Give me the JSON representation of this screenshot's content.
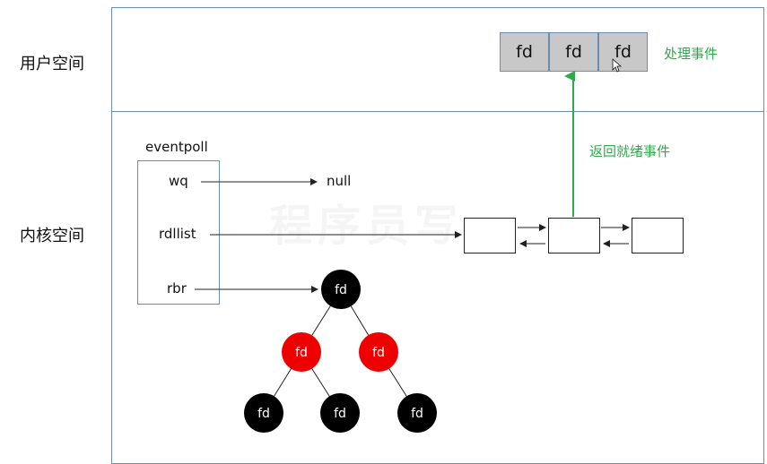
{
  "labels": {
    "user_space": "用户空间",
    "kernel_space": "内核空间",
    "handle_events": "处理事件",
    "return_ready": "返回就绪事件",
    "watermark": "程序员写"
  },
  "user_fd_array": [
    "fd",
    "fd",
    "fd"
  ],
  "eventpoll": {
    "title": "eventpoll",
    "fields": [
      "wq",
      "rdllist",
      "rbr"
    ],
    "wq_target": "null"
  },
  "rdllist_nodes": 3,
  "rb_tree": {
    "root": {
      "label": "fd",
      "color": "black"
    },
    "level1": [
      {
        "label": "fd",
        "color": "red"
      },
      {
        "label": "fd",
        "color": "red"
      }
    ],
    "level2": [
      {
        "label": "fd",
        "color": "black"
      },
      {
        "label": "fd",
        "color": "black"
      },
      {
        "label": "fd",
        "color": "black"
      }
    ]
  },
  "colors": {
    "frame": "#6c8db2",
    "accent_green": "#2eaa4a",
    "red_node": "#ee0000",
    "black_node": "#000000",
    "fd_cell_bg": "#c8c8c8"
  }
}
